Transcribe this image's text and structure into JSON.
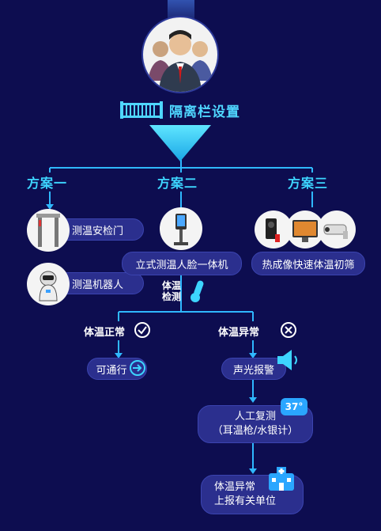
{
  "top": {
    "fence_label": "隔离栏设置"
  },
  "schemes": [
    {
      "label": "方案一"
    },
    {
      "label": "方案二"
    },
    {
      "label": "方案三"
    }
  ],
  "scheme1": {
    "items": [
      "测温安检门",
      "测温机器人"
    ]
  },
  "scheme2": {
    "device_label": "立式测温人脸一体机",
    "detect_label": "体温检测"
  },
  "scheme3": {
    "device_label": "热成像快速体温初筛"
  },
  "branches": {
    "normal": {
      "label": "体温正常",
      "action": "可通行"
    },
    "abnormal": {
      "label": "体温异常",
      "action": "声光报警"
    }
  },
  "recheck": {
    "line1": "人工复测",
    "line2": "（耳温枪/水银计）",
    "badge": "37°"
  },
  "report": {
    "line1": "体温异常",
    "line2": "上报有关单位"
  },
  "colors": {
    "background": "#0d0d50",
    "accent": "#3dd5ff",
    "box": "#2b2f8e",
    "line": "#2fb8ff"
  },
  "icons": [
    "people-group-icon",
    "fence-icon",
    "down-arrow-icon",
    "thermometer-gate-icon",
    "robot-icon",
    "face-terminal-icon",
    "thermal-camera-icon",
    "check-circle-icon",
    "cross-circle-icon",
    "arrow-right-circle-icon",
    "speaker-icon",
    "thermometer-icon",
    "hospital-icon"
  ]
}
